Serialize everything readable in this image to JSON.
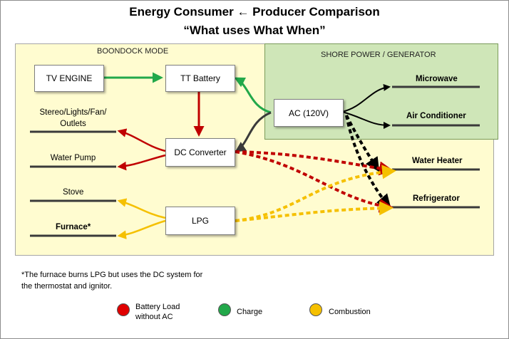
{
  "title_line1": "Energy Consumer ← Producer Comparison",
  "title_line2": "“What uses What When”",
  "zones": {
    "boondock": "BOONDOCK MODE",
    "shore": "SHORE POWER / GENERATOR"
  },
  "sources": {
    "tv_engine": "TV ENGINE",
    "tt_battery": "TT Battery",
    "dc_converter": "DC Converter",
    "lpg": "LPG",
    "ac": "AC (120V)"
  },
  "consumers": {
    "stereo_line1": "Stereo/Lights/Fan/",
    "stereo_line2": "Outlets",
    "water_pump": "Water Pump",
    "stove": "Stove",
    "furnace": "Furnace*",
    "microwave": "Microwave",
    "air_conditioner": "Air Conditioner",
    "water_heater": "Water Heater",
    "refrigerator": "Refrigerator"
  },
  "footnote": "*The furnace burns LPG but uses the DC system for the thermostat and ignitor.",
  "legend": {
    "battery_line1": "Battery Load",
    "battery_line2": "without AC",
    "charge": "Charge",
    "combustion": "Combustion"
  },
  "colors": {
    "battery": "#c00000",
    "charge": "#22a84a",
    "combustion": "#f5c000",
    "ac": "#000000",
    "converter_ac": "#3a3a3a"
  }
}
